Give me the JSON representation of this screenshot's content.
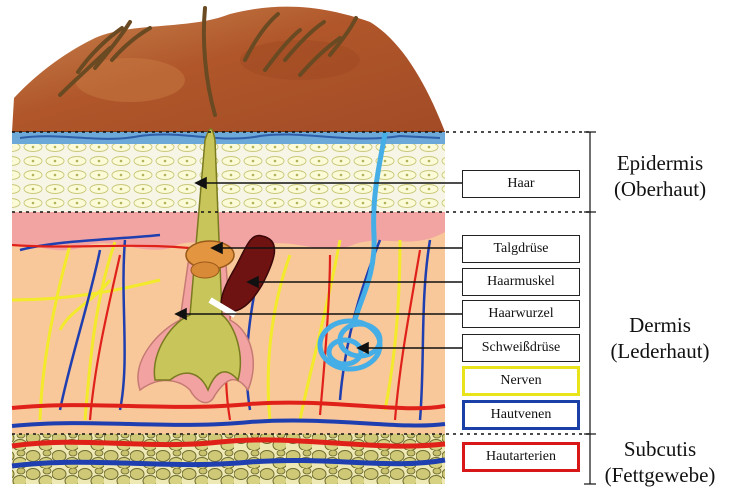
{
  "labels": {
    "haar": "Haar",
    "talgdruese": "Talgdrüse",
    "haarmuskel": "Haarmuskel",
    "haarwurzel": "Haarwurzel",
    "schweissdruese": "Schweißdrüse",
    "nerven": "Nerven",
    "hautvenen": "Hautvenen",
    "hautarterien": "Hautarterien"
  },
  "layers": {
    "epidermis": {
      "name": "Epidermis",
      "sub": "(Oberhaut)"
    },
    "dermis": {
      "name": "Dermis",
      "sub": "(Lederhaut)"
    },
    "subcutis": {
      "name": "Subcutis",
      "sub": "(Fettgewebe)"
    }
  },
  "colors": {
    "skin_surface": "#b5612e",
    "epidermis": "#f6f4e2",
    "dermis": "#f8c79a",
    "dermis_top": "#f3a4a0",
    "fat": "#d2cf86",
    "nerves": "#f2ea2a",
    "veins": "#1f3fb0",
    "arteries": "#e0211a",
    "sweat_gland": "#45aee6",
    "hair": "#cfcf62",
    "muscle": "#6e1212"
  }
}
